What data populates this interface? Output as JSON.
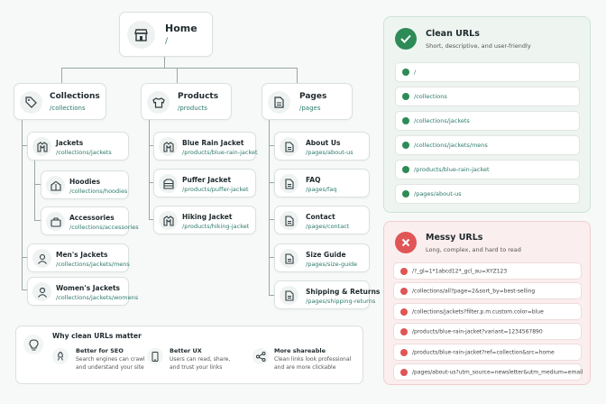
{
  "colors": {
    "accent": "#2c7a6b",
    "clean": "#2e8b57",
    "messy": "#e05555"
  },
  "home": {
    "title": "Home",
    "path": "/",
    "icon": "storefront-icon"
  },
  "sections": [
    {
      "title": "Collections",
      "path": "/collections",
      "icon": "tag-icon"
    },
    {
      "title": "Products",
      "path": "/products",
      "icon": "tshirt-icon"
    },
    {
      "title": "Pages",
      "path": "/pages",
      "icon": "document-icon"
    }
  ],
  "collections": [
    {
      "name": "Jackets",
      "path": "/collections/jackets",
      "icon": "jacket-icon"
    },
    {
      "name": "Hoodies",
      "path": "/collections/hoodies",
      "icon": "hoodie-icon"
    },
    {
      "name": "Accessories",
      "path": "/collections/accessories",
      "icon": "accessories-icon"
    },
    {
      "name": "Men's Jackets",
      "path": "/collections/jackets/mens",
      "icon": "man-icon"
    },
    {
      "name": "Women's Jackets",
      "path": "/collections/jackets/womens",
      "icon": "woman-icon"
    }
  ],
  "products": [
    {
      "name": "Blue Rain Jacket",
      "path": "/products/blue-rain-jacket",
      "icon": "jacket-icon"
    },
    {
      "name": "Puffer Jacket",
      "path": "/products/puffer-jacket",
      "icon": "puffer-icon"
    },
    {
      "name": "Hiking Jacket",
      "path": "/products/hiking-jacket",
      "icon": "jacket-icon"
    }
  ],
  "pages": [
    {
      "name": "About Us",
      "path": "/pages/about-us",
      "icon": "document-icon"
    },
    {
      "name": "FAQ",
      "path": "/pages/faq",
      "icon": "document-icon"
    },
    {
      "name": "Contact",
      "path": "/pages/contact",
      "icon": "document-icon"
    },
    {
      "name": "Size Guide",
      "path": "/pages/size-guide",
      "icon": "document-icon"
    },
    {
      "name": "Shipping & Returns",
      "path": "/pages/shipping-returns",
      "icon": "document-icon"
    }
  ],
  "why": {
    "title": "Why clean URLs matter",
    "items": [
      {
        "title": "Better for SEO",
        "line1": "Search engines can crawl",
        "line2": "and understand your site",
        "icon": "rocket-icon"
      },
      {
        "title": "Better UX",
        "line1": "Users can read, share,",
        "line2": "and trust your links",
        "icon": "phone-icon"
      },
      {
        "title": "More shareable",
        "line1": "Clean links look professional",
        "line2": "and are more clickable",
        "icon": "share-icon"
      }
    ]
  },
  "clean": {
    "title": "Clean URLs",
    "subtitle": "Short, descriptive, and user-friendly",
    "urls": [
      "/",
      "/collections",
      "/collections/jackets",
      "/collections/jackets/mens",
      "/products/blue-rain-jacket",
      "/pages/about-us"
    ]
  },
  "messy": {
    "title": "Messy URLs",
    "subtitle": "Long, complex, and hard to read",
    "urls": [
      "/?_gl=1*1abcd12*_gcl_au=XYZ123",
      "/collections/all?page=2&sort_by=best-selling",
      "/collections/jackets?filter.p.m.custom.color=blue",
      "/products/blue-rain-jacket?variant=1234567890",
      "/products/blue-rain-jacket?ref=collection&src=home",
      "/pages/about-us?utm_source=newsletter&utm_medium=email"
    ]
  }
}
